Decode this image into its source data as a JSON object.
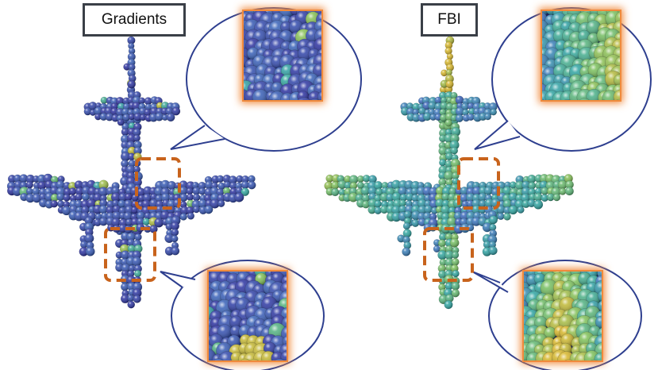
{
  "panels": [
    {
      "id": "gradients",
      "title": "Gradients",
      "scheme": "gradient"
    },
    {
      "id": "fbi",
      "title": "FBI",
      "scheme": "fbi"
    }
  ],
  "colors": {
    "low": "#2b2f9e",
    "mid_low": "#3b6fbf",
    "mid": "#2fa5a0",
    "mid_high": "#7cc05a",
    "high": "#d6b52a",
    "highlight_box": "#c8631c",
    "zoom_frame_glow": "#f08a3c",
    "callout_outline": "#2e3f8f",
    "title_border": "#3a3f47"
  }
}
